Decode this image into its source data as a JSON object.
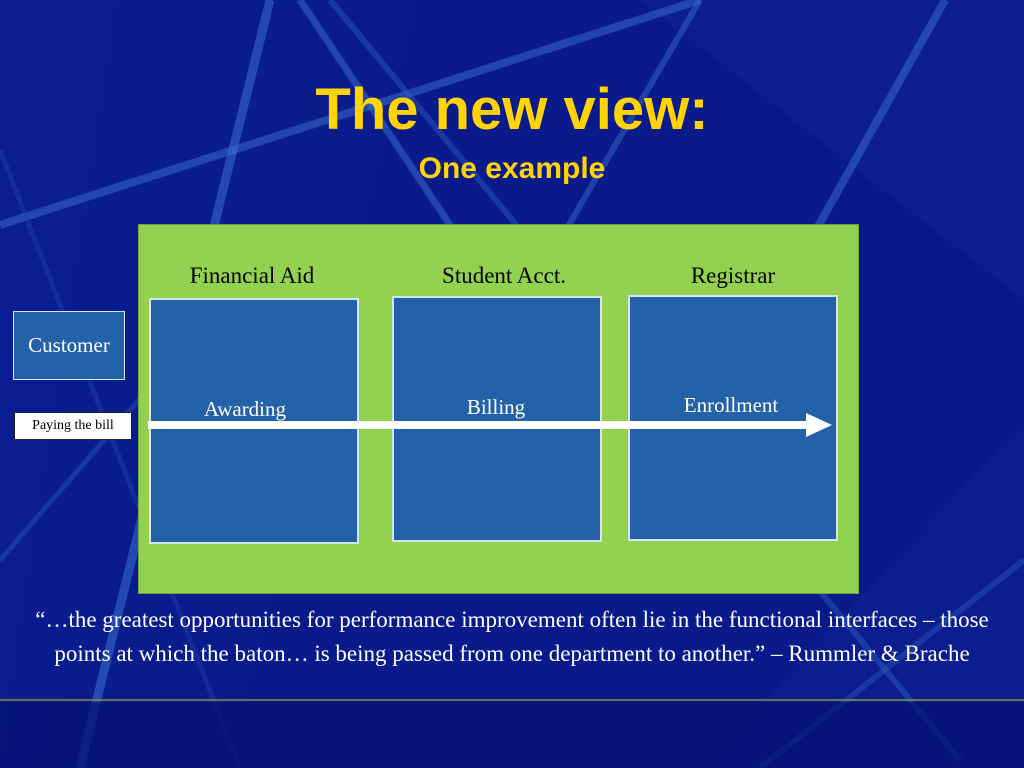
{
  "slide": {
    "title": "The new view:",
    "subtitle": "One example"
  },
  "columns": [
    {
      "header": "Financial Aid",
      "process": "Awarding"
    },
    {
      "header": "Student Acct.",
      "process": "Billing"
    },
    {
      "header": "Registrar",
      "process": "Enrollment"
    }
  ],
  "customer_label": "Customer",
  "flow_label": "Paying the bill",
  "quote": "“…the greatest opportunities for performance improvement often lie in the functional interfaces – those points at which the baton… is being passed from one department to another.” – Rummler & Brache",
  "colors": {
    "background": "#0a1a8a",
    "title": "#ffd400",
    "panel": "#93d150",
    "box": "#2362a8"
  }
}
